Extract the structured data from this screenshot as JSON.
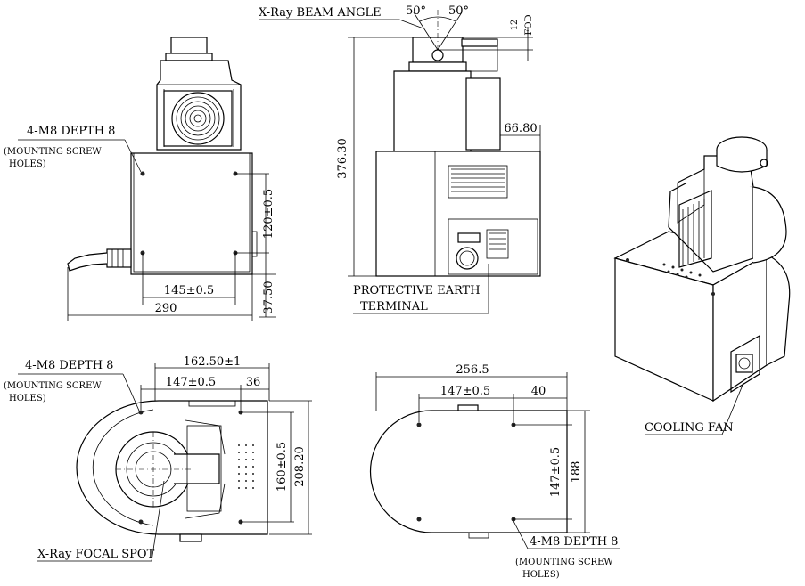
{
  "labels": {
    "beam_angle": "X-Ray BEAM ANGLE",
    "angle_left": "50°",
    "angle_right": "50°",
    "fod_value": "12",
    "fod": "FOD",
    "height_total": "376.30",
    "offset_side": "66.80",
    "mount_holes_top": "4-M8 DEPTH 8",
    "mount_holes_top_note1": "(MOUNTING SCREW",
    "mount_holes_top_note2": "HOLES)",
    "v_spacing_120": "120±0.5",
    "h_spacing_145": "145±0.5",
    "width_290": "290",
    "bottom_37": "37.50",
    "protective_earth_1": "PROTECTIVE EARTH",
    "protective_earth_2": "TERMINAL",
    "cooling_fan": "COOLING FAN",
    "mount_holes_bl": "4-M8 DEPTH 8",
    "mount_holes_bl_note1": "(MOUNTING SCREW",
    "mount_holes_bl_note2": "HOLES)",
    "dim_162": "162.50±1",
    "dim_147_bl": "147±0.5",
    "dim_36": "36",
    "dim_160": "160±0.5",
    "dim_208": "208.20",
    "focal_spot": "X-Ray FOCAL SPOT",
    "dim_256": "256.5",
    "dim_147_br": "147±0.5",
    "dim_40": "40",
    "dim_147_v": "147±0.5",
    "dim_188": "188",
    "mount_holes_br": "4-M8 DEPTH 8",
    "mount_holes_br_note1": "(MOUNTING SCREW",
    "mount_holes_br_note2": "HOLES)"
  }
}
